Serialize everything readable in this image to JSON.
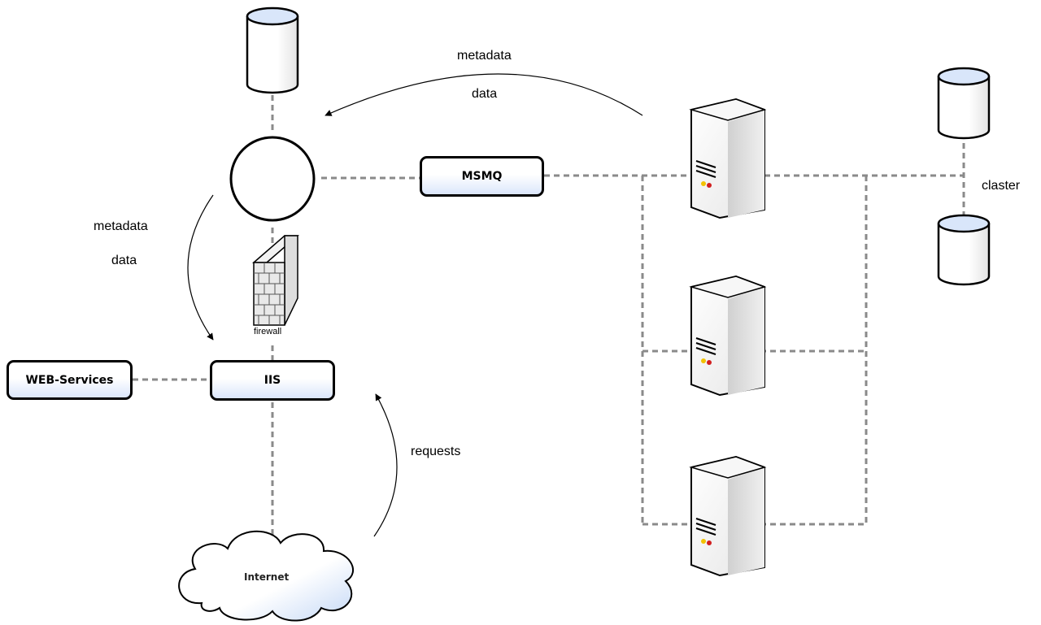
{
  "nodes": {
    "msmq": "MSMQ",
    "iis": "IIS",
    "web_services": "WEB-Services",
    "internet": "Internet",
    "firewall": "firewall"
  },
  "labels": {
    "top_metadata": "metadata",
    "top_data": "data",
    "left_metadata": "metadata",
    "left_data": "data",
    "requests": "requests",
    "claster": "claster"
  },
  "colors": {
    "box_gradient_bottom": "#dbe6fb",
    "db_top": "#d9e6fa",
    "line": "#8a8a8a"
  }
}
